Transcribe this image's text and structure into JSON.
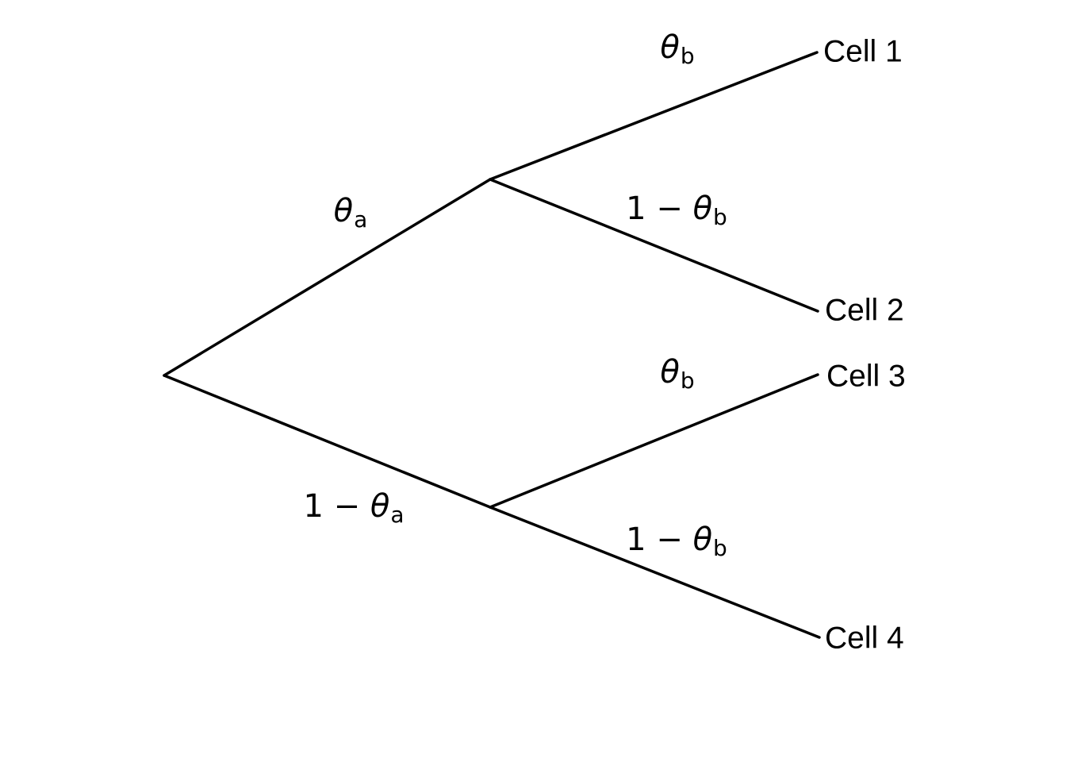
{
  "diagram": {
    "type": "probability-tree",
    "orientation": "left-to-right",
    "colors": {
      "background": "#ffffff",
      "line": "#000000",
      "text": "#000000"
    },
    "labels": {
      "theta_a": {
        "pre": "",
        "sym": "θ",
        "sub": "a"
      },
      "one_minus_theta_a": {
        "pre": "1 − ",
        "sym": "θ",
        "sub": "a"
      },
      "theta_b_upper": {
        "pre": "",
        "sym": "θ",
        "sub": "b"
      },
      "one_minus_theta_b_upper": {
        "pre": "1 − ",
        "sym": "θ",
        "sub": "b"
      },
      "theta_b_lower": {
        "pre": "",
        "sym": "θ",
        "sub": "b"
      },
      "one_minus_theta_b_lower": {
        "pre": "1 − ",
        "sym": "θ",
        "sub": "b"
      }
    },
    "leaves": {
      "cell1": "Cell 1",
      "cell2": "Cell 2",
      "cell3": "Cell 3",
      "cell4": "Cell 4"
    },
    "edges": [
      {
        "from": "root",
        "to": "node-upper",
        "probability": "θ_a"
      },
      {
        "from": "root",
        "to": "node-lower",
        "probability": "1 − θ_a"
      },
      {
        "from": "node-upper",
        "to": "Cell 1",
        "probability": "θ_b"
      },
      {
        "from": "node-upper",
        "to": "Cell 2",
        "probability": "1 − θ_b"
      },
      {
        "from": "node-lower",
        "to": "Cell 3",
        "probability": "θ_b"
      },
      {
        "from": "node-lower",
        "to": "Cell 4",
        "probability": "1 − θ_b"
      }
    ]
  }
}
